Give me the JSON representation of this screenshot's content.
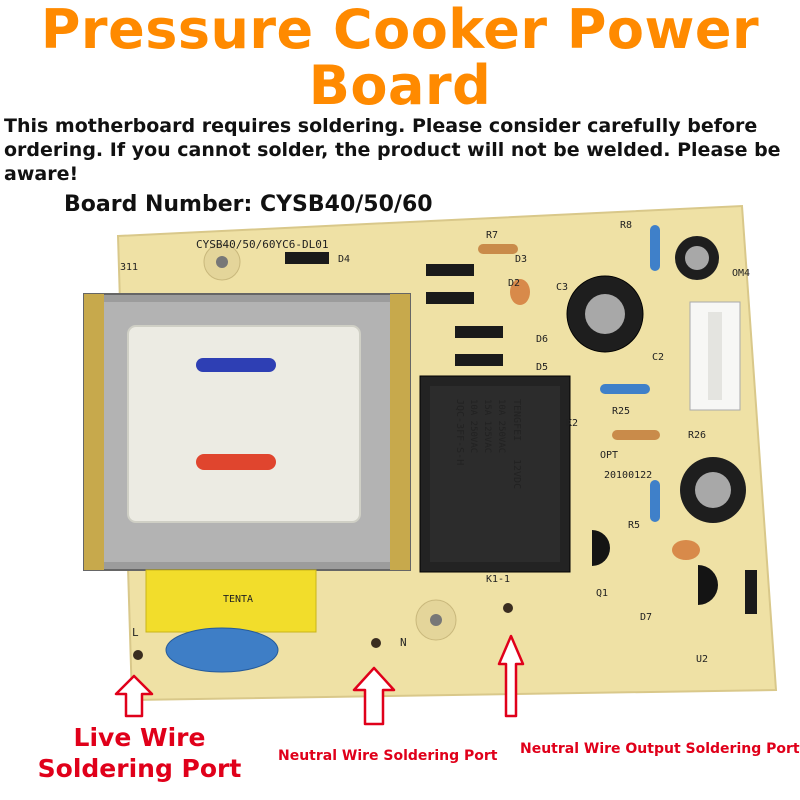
{
  "title": "Pressure Cooker Power Board",
  "notice": "This motherboard requires soldering. Please consider carefully before ordering. If you cannot solder, the product will not be welded. Please be aware!",
  "board_number": "Board Number: CYSB40/50/60",
  "pcb_silkscreen": {
    "model": "CYSB40/50/60YC6-DL01",
    "date": "20100122",
    "opt": "OPT",
    "k1": "K1-1",
    "designators": [
      "R7",
      "D4",
      "D3",
      "D2",
      "C3",
      "R8",
      "OM4",
      "D6",
      "D5",
      "C2",
      "R25",
      "R26",
      "K2",
      "R5",
      "Q1",
      "D7",
      "U2",
      "N",
      "L",
      "311"
    ]
  },
  "relay": {
    "brand": "TENGFEI",
    "coil": "12VDC",
    "ratings": [
      "10A 250VAC",
      "15A 125VAC",
      "10A 250VAC"
    ],
    "model": "JQC-3FF-S-H"
  },
  "capacitor_brand": "TENTA",
  "labels": {
    "live": "Live Wire Soldering Port",
    "neutral": "Neutral Wire Soldering Port",
    "neutral_output": "Neutral Wire Output Soldering Port"
  },
  "colors": {
    "title": "#ff8a00",
    "label": "#e0001a",
    "pcb": "#efe1a5"
  }
}
